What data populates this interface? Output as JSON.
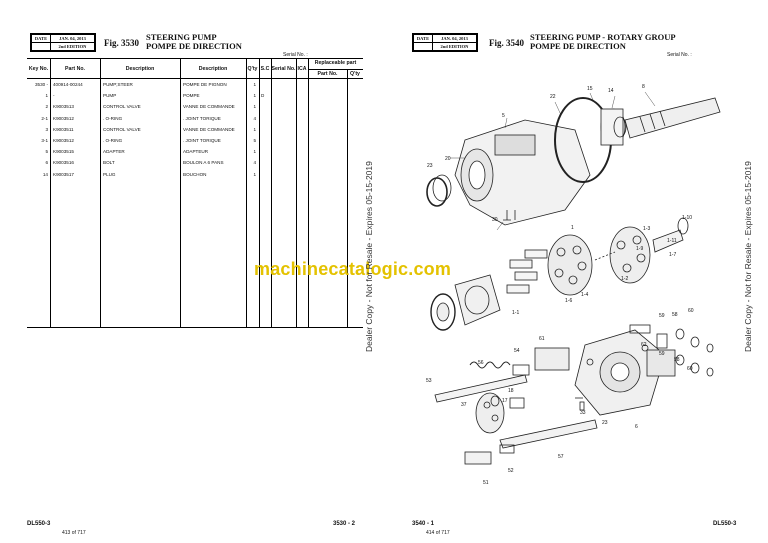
{
  "left_page": {
    "date_label": "DATE",
    "date_value": "JAN. 04, 2013",
    "edition": "2nd EDITION",
    "fig_no": "Fig. 3530",
    "title_en": "STEERING PUMP",
    "title_fr": "POMPE DE DIRECTION",
    "serial_label": "Serial No. :",
    "columns": {
      "key": "Key No.",
      "part": "Part No.",
      "desc_en": "Description",
      "desc_fr": "Description",
      "qty": "Q'ty",
      "sc": "S.C",
      "serial": "Serial No.",
      "ica": "ICA",
      "replaceable": "Replaceable part",
      "rep_part": "Part No.",
      "rep_qty": "Q'ty"
    },
    "rows": [
      {
        "key": "3530 -",
        "part": "400914-00244",
        "desc_en": "PUMP;STEER",
        "desc_fr": "POMPE DE PIGNON",
        "qty": "1",
        "sc": ""
      },
      {
        "key": "1",
        "part": "-",
        "desc_en": "PUMP",
        "desc_fr": "POMPE",
        "qty": "1",
        "sc": "D"
      },
      {
        "key": "2",
        "part": "K9003513",
        "desc_en": "CONTROL VALVE",
        "desc_fr": "VANNE DE COMMANDE",
        "qty": "1",
        "sc": ""
      },
      {
        "key": "2-1",
        "part": "K9003512",
        "desc_en": ". O-RING",
        "desc_fr": ". JOINT TORIQUE",
        "qty": "4",
        "sc": ""
      },
      {
        "key": "3",
        "part": "K9003511",
        "desc_en": "CONTROL VALVE",
        "desc_fr": "VANNE DE COMMANDE",
        "qty": "1",
        "sc": ""
      },
      {
        "key": "3-1",
        "part": "K9003512",
        "desc_en": ". O-RING",
        "desc_fr": ". JOINT TORIQUE",
        "qty": "5",
        "sc": ""
      },
      {
        "key": "5",
        "part": "K9003515",
        "desc_en": "ADAPTER",
        "desc_fr": "ADAPTEUR",
        "qty": "1",
        "sc": ""
      },
      {
        "key": "6",
        "part": "K9003516",
        "desc_en": "BOLT",
        "desc_fr": "BOULON A 6 PANS",
        "qty": "4",
        "sc": ""
      },
      {
        "key": "14",
        "part": "K9003517",
        "desc_en": "PLUG",
        "desc_fr": "BOUCHON",
        "qty": "1",
        "sc": ""
      }
    ],
    "footer_model": "DL550-3",
    "footer_pages": "413 of 717",
    "footer_page_no": "3530 - 2"
  },
  "right_page": {
    "date_label": "DATE",
    "date_value": "JAN. 04, 2013",
    "edition": "2nd EDITION",
    "fig_no": "Fig. 3540",
    "title_en": "STEERING PUMP - ROTARY GROUP",
    "title_fr": "POMPE DE DIRECTION",
    "serial_label": "Serial No. :",
    "footer_page_no": "3540 - 1",
    "footer_pages": "414 of 717",
    "footer_model": "DL550-3"
  },
  "watermark": "machinecatalogic.com",
  "side_text": "Dealer Copy - Not for Resale - Expires 05-15-2019",
  "callouts": [
    "22",
    "15",
    "14",
    "8",
    "5",
    "20",
    "23",
    "30",
    "1",
    "1-3",
    "1-9",
    "1-10",
    "1-11",
    "1-7",
    "1-2",
    "1-4",
    "1-6",
    "1-1",
    "61",
    "54",
    "56",
    "53",
    "18",
    "17",
    "37",
    "33",
    "62",
    "59",
    "58",
    "60",
    "59",
    "58",
    "60",
    "23",
    "6",
    "57",
    "52",
    "51"
  ],
  "colors": {
    "watermark": "#e4c200"
  }
}
